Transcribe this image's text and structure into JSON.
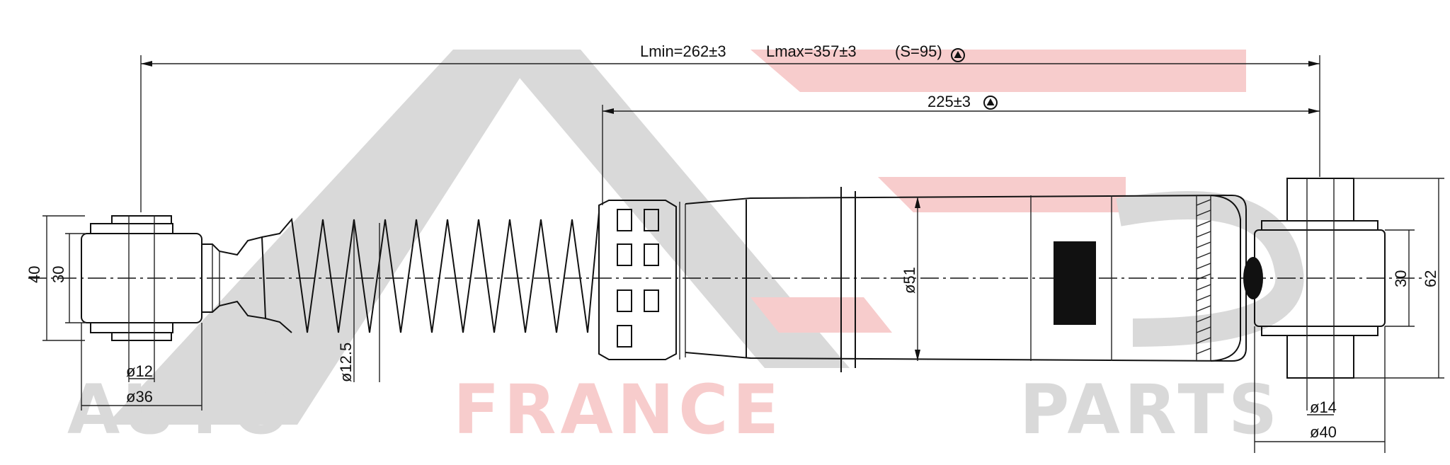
{
  "dimensions": {
    "lmin": "Lmin=262±3",
    "lmax": "Lmax=357±3",
    "stroke": "(S=95)",
    "body_length": "225±3",
    "body_diameter": "ø51",
    "rod_diameter": "ø12.5",
    "left_bore": "ø12",
    "left_outer": "ø36",
    "left_height_outer": "40",
    "left_height_inner": "30",
    "right_bore": "ø14",
    "right_outer": "ø40",
    "right_height_inner": "30",
    "right_height_outer": "62"
  },
  "watermark": {
    "word1": "AUTO",
    "word2": "FRANCE",
    "word3": "PARTS"
  },
  "colors": {
    "line": "#111111",
    "watermark_grey": "#d9d9d9",
    "watermark_red": "#f7cccc"
  },
  "icons": {
    "critical_marker": "warning-triangle-circle-icon"
  }
}
